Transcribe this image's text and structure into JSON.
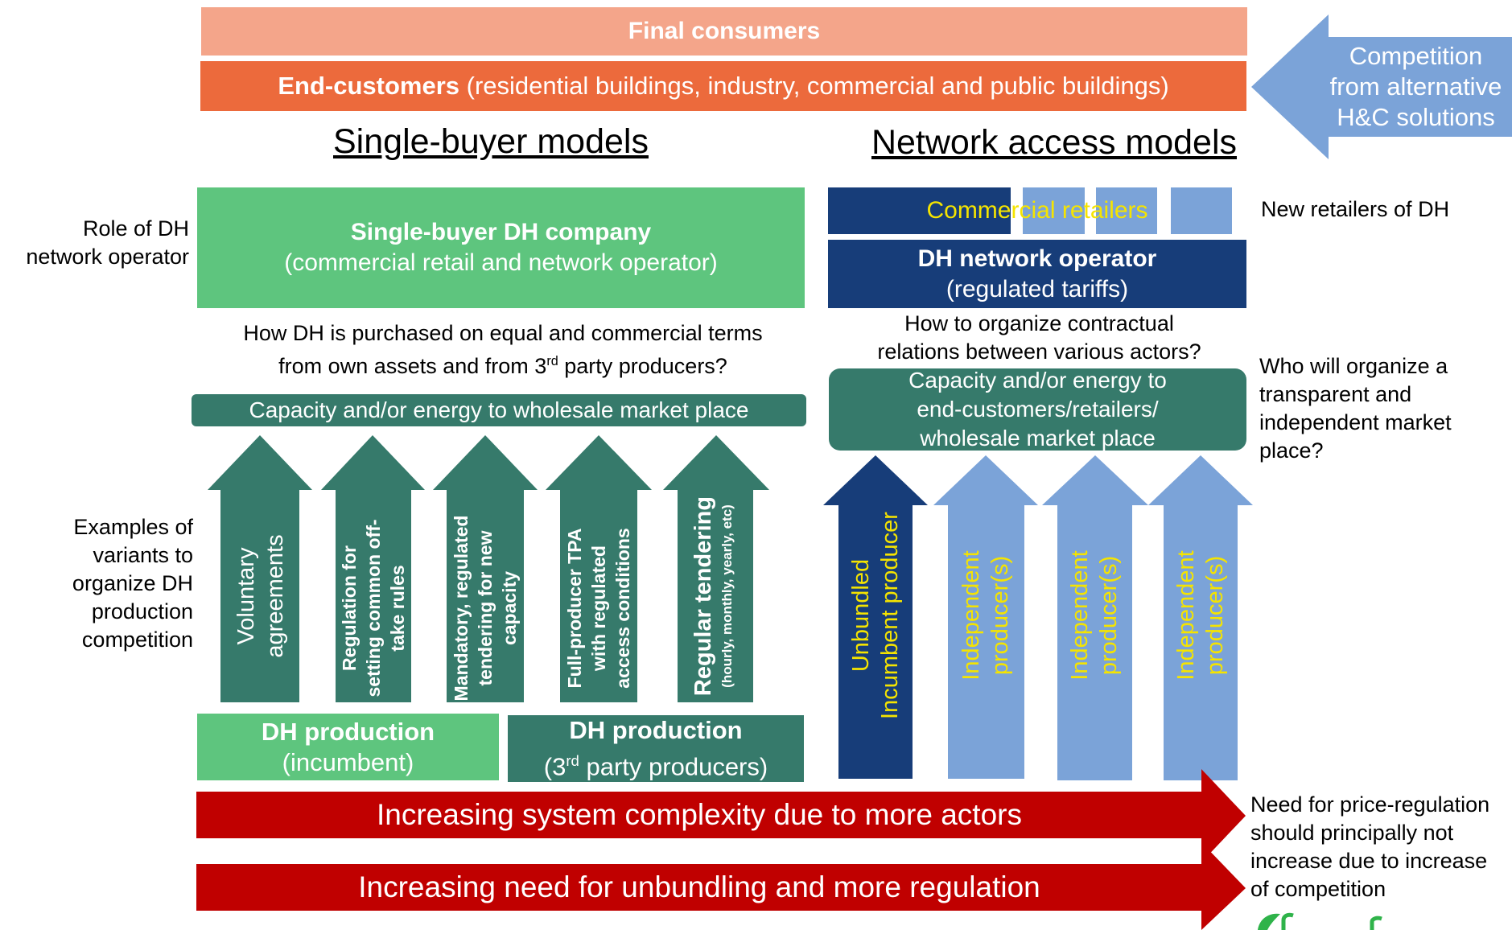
{
  "top": {
    "final_consumers": "Final consumers",
    "end_customers_bold": "End-customers",
    "end_customers_rest": " (residential buildings, industry, commercial and public buildings)"
  },
  "competition_arrow": {
    "line1": "Competition",
    "line2": "from alternative",
    "line3": "H&C solutions"
  },
  "headings": {
    "single_buyer": "Single-buyer models",
    "network_access": "Network access models"
  },
  "left_labels": {
    "role_line1": "Role of DH",
    "role_line2": "network operator",
    "examples_line1": "Examples of",
    "examples_line2": "variants to",
    "examples_line3": "organize DH",
    "examples_line4": "production",
    "examples_line5": "competition"
  },
  "single_buyer_box": {
    "title": "Single-buyer DH company",
    "subtitle": "(commercial retail and network operator)"
  },
  "single_buyer_question": {
    "line1": "How DH is purchased on equal and commercial terms",
    "line2_a": "from own assets and from 3",
    "line2_sup": "rd",
    "line2_b": " party producers?"
  },
  "wholesale_bar": "Capacity and/or energy to wholesale market place",
  "left_arrows": [
    {
      "line1": "Voluntary",
      "line2": "agreements",
      "line3": "",
      "bold": false
    },
    {
      "line1": "Regulation for",
      "line2": "setting common off-",
      "line3": "take rules",
      "bold": true
    },
    {
      "line1": "Mandatory, regulated",
      "line2": "tendering for new",
      "line3": "capacity",
      "bold": true
    },
    {
      "line1": "Full-producer TPA",
      "line2": "with regulated",
      "line3": "access conditions",
      "bold": true
    },
    {
      "line1": "Regular tendering",
      "line2": "(hourly, monthly, yearly, etc)",
      "line3": "",
      "bold": true
    }
  ],
  "dh_production_incumbent": {
    "title": "DH production",
    "subtitle": "(incumbent)"
  },
  "dh_production_third": {
    "title": "DH production",
    "subtitle_a": "(3",
    "subtitle_sup": "rd",
    "subtitle_b": " party producers)"
  },
  "network_access": {
    "commercial_retailers": "Commercial retailers",
    "new_retailers": "New retailers of DH",
    "operator_title": "DH network operator",
    "operator_subtitle": "(regulated tariffs)",
    "question_line1": "How to organize contractual",
    "question_line2": "relations between various actors?",
    "capacity_line1": "Capacity and/or energy to",
    "capacity_line2": "end-customers/retailers/",
    "capacity_line3": "wholesale market place",
    "who_line1": "Who will organize a",
    "who_line2": "transparent and",
    "who_line3": "independent market",
    "who_line4": "place?"
  },
  "right_arrows": [
    {
      "line1": "Unbundled",
      "line2": "Incumbent producer"
    },
    {
      "line1": "Independent",
      "line2": "producer(s)"
    },
    {
      "line1": "Independent",
      "line2": "producer(s)"
    },
    {
      "line1": "Independent",
      "line2": "producer(s)"
    }
  ],
  "red_arrows": {
    "complexity": "Increasing system complexity due to more actors",
    "unbundling": "Increasing need for unbundling and more regulation"
  },
  "price_note": {
    "line1": "Need for price-regulation",
    "line2": "should principally not",
    "line3": "increase due to increase",
    "line4": "of competition"
  },
  "colors": {
    "final": "#f4a58a",
    "end_customers": "#ec6a3c",
    "competition_arrow": "#7ba3d8",
    "green": "#5ec57e",
    "teal": "#367a6b",
    "navy": "#173d79",
    "light_blue": "#7ba3d8",
    "yellow_text": "#f5e400",
    "red": "#c00000"
  }
}
